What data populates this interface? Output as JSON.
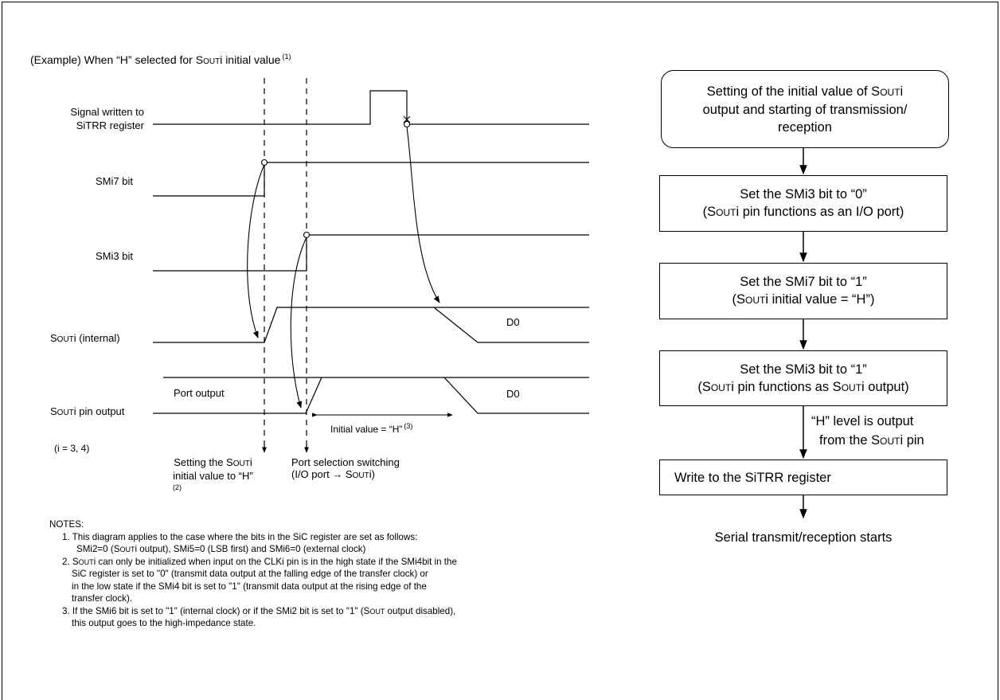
{
  "timing": {
    "example_title_pre": "(Example) When “H” selected for S",
    "example_title_sc": "OUT",
    "example_title_post": "i initial value",
    "example_title_note": "(1)",
    "sig_written_line1": "Signal written to",
    "sig_written_line2": "SiTRR register",
    "smi7_label": "SMi7 bit",
    "smi3_label": "SMi3 bit",
    "sout_internal_pre": "S",
    "sout_internal_sc": "OUT",
    "sout_internal_post": "i (internal)",
    "sout_pin_pre": "S",
    "sout_pin_sc": "OUT",
    "sout_pin_post": "i pin output",
    "port_output": "Port output",
    "d0_internal": "D0",
    "d0_pin": "D0",
    "initial_value_text": "Initial value = “H”",
    "initial_value_note": "(3)",
    "i_values": "(i = 3, 4)",
    "setting_line1_pre": "Setting the S",
    "setting_line1_sc": "OUT",
    "setting_line1_post": "i",
    "setting_line2": "initial value to “H”",
    "setting_note": "(2)",
    "port_sel_line1": "Port selection switching",
    "port_sel_line2_pre": "(I/O port ",
    "port_sel_arrow": "→",
    "port_sel_line2_mid": " S",
    "port_sel_line2_sc": "OUT",
    "port_sel_line2_post": "i)"
  },
  "flowchart": {
    "start_l1_pre": "Setting of the initial value of S",
    "start_l1_sc": "OUT",
    "start_l1_post": "i",
    "start_l2": "output and starting of transmission/",
    "start_l3": "reception",
    "step1_l1": "Set the SMi3 bit to “0”",
    "step1_l2_pre": "(S",
    "step1_l2_sc": "OUT",
    "step1_l2_post": "i pin functions as an I/O port)",
    "step2_l1": "Set the SMi7 bit to “1”",
    "step2_l2_pre": "(S",
    "step2_l2_sc": "OUT",
    "step2_l2_post": "i initial value = “H”)",
    "step3_l1": "Set the SMi3 bit to “1”",
    "step3_l2_pre": "(S",
    "step3_l2_sc": "OUT",
    "step3_l2_mid": "i pin functions as S",
    "step3_l2_sc2": "OUT",
    "step3_l2_post": "i output)",
    "level_l1": "“H” level is output",
    "level_l2_pre": "from the S",
    "level_l2_sc": "OUT",
    "level_l2_post": "i pin",
    "step4": "Write to the SiTRR register",
    "end": "Serial transmit/reception starts"
  },
  "notes": {
    "heading": "NOTES:",
    "n1_l1": "1. This diagram applies to the case where the bits in the SiC register are set as follows:",
    "n1_l2_pre": "SMi2=0 (S",
    "n1_l2_sc": "OUT",
    "n1_l2_post": "i output), SMi5=0 (LSB first) and SMi6=0 (external clock)",
    "n2_l1_pre": "2. S",
    "n2_l1_sc": "OUT",
    "n2_l1_post": "i can only be initialized when input on the CLKi pin is in the high state if the SMi4bit in the",
    "n2_l2": "SiC register is set to \"0\" (transmit data output at the falling edge of the transfer clock) or",
    "n2_l3": "in the low state if the SMi4 bit is set to \"1\" (transmit data output at the rising edge of the",
    "n2_l4": "transfer clock).",
    "n3_l1_pre": "3. If the SMi6 bit is set to \"1\" (internal clock) or if the SMi2 bit is set to \"1\" (S",
    "n3_l1_sc": "OUT",
    "n3_l1_post": " output disabled),",
    "n3_l2": "this output goes to the high-impedance state."
  }
}
